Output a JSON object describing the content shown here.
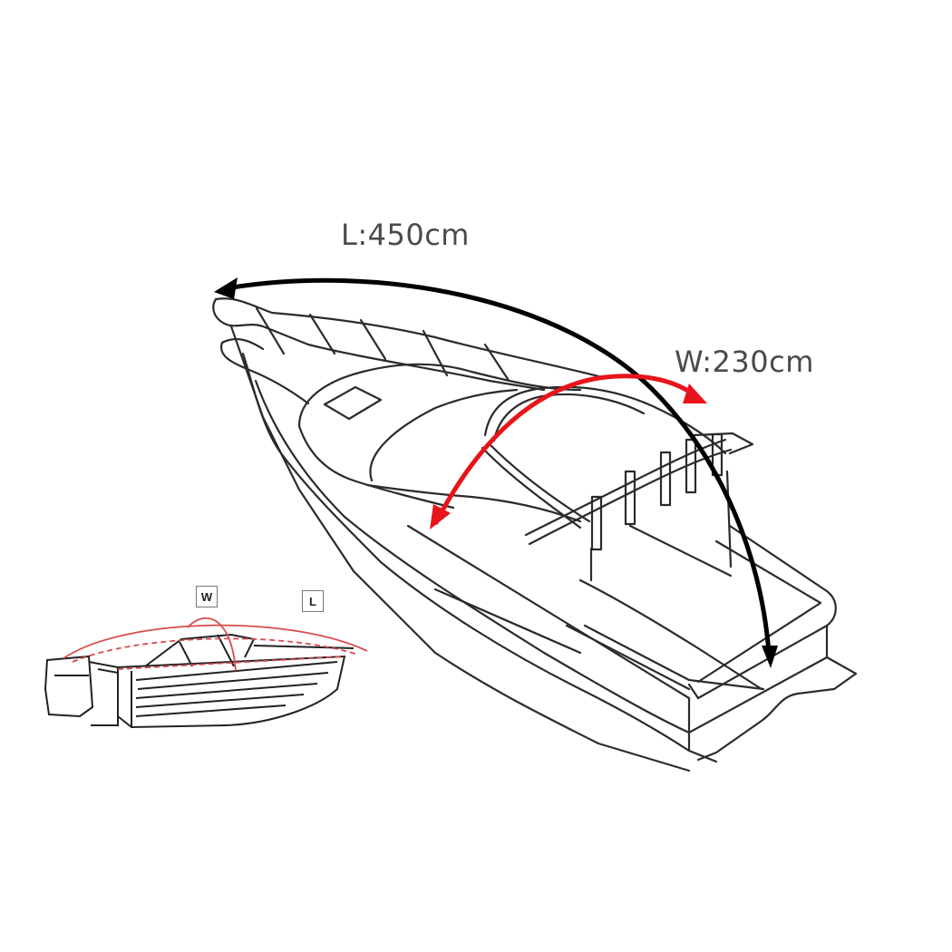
{
  "diagram": {
    "subject": "Boat cover dimensions",
    "main_labels": {
      "length": "L:450cm",
      "width": "W:230cm"
    },
    "inset_labels": {
      "width_tag": "W",
      "length_tag": "L"
    },
    "colors": {
      "background": "#ffffff",
      "outline": "#2b2b2b",
      "length_arrow": "#000000",
      "width_arrow": "#e8141b",
      "inset_arrows": "#d94b4b",
      "label_text": "#4a4a4a"
    }
  }
}
